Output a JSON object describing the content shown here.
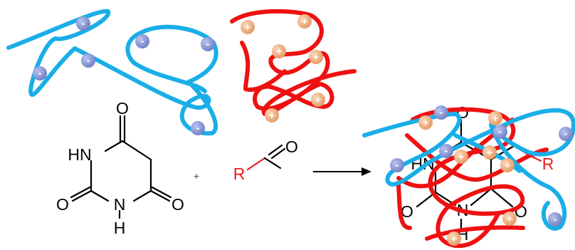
{
  "colors": {
    "anionic_polymer": "#1aaee8",
    "cationic_polymer": "#ee1111",
    "negative_charge": "#7f8fd0",
    "positive_charge": "#efa878",
    "substituent": "#e8201e",
    "bond": "#000000"
  },
  "charges": {
    "negative": "-",
    "positive": "+"
  },
  "barbituric_acid": {
    "atoms": {
      "o_top": "O",
      "nh_left": "HN",
      "o_left": "O",
      "n_bottom": "N",
      "h_bottom": "H",
      "o_right": "O"
    }
  },
  "reaction": {
    "plus": "+"
  },
  "aldehyde": {
    "r": "R",
    "o": "O"
  },
  "product": {
    "atoms": {
      "o_top": "O",
      "hn": "HN",
      "n": "N",
      "h": "H",
      "o_left": "O",
      "o_right": "O",
      "r": "R"
    }
  }
}
